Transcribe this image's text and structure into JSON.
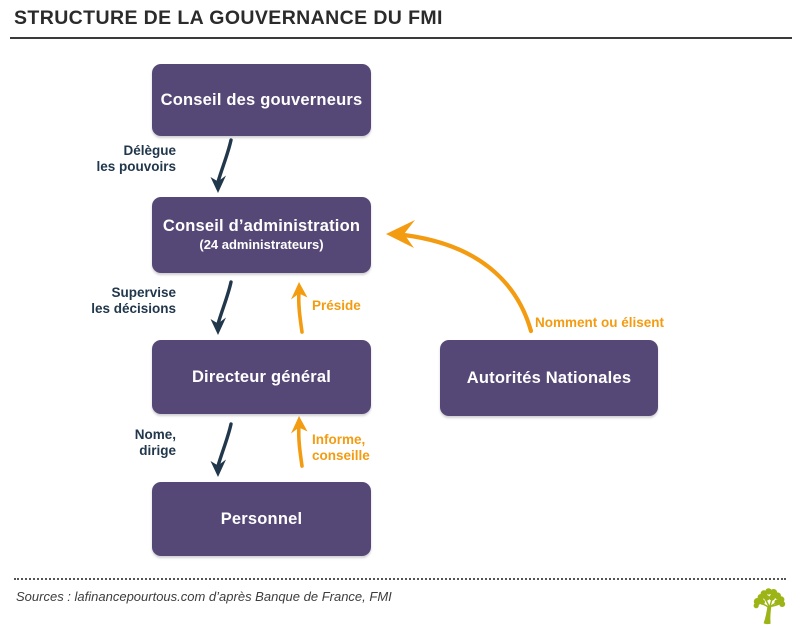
{
  "header": {
    "title": "STRUCTURE DE LA GOUVERNANCE DU FMI"
  },
  "colors": {
    "box_purple": "#564876",
    "arrow_dark": "#21374c",
    "arrow_amber": "#f39c12",
    "logo_green": "#9cb416",
    "title_text": "#2b2b2b",
    "box_text": "#ffffff"
  },
  "diagram": {
    "type": "org-flow",
    "nodes": [
      {
        "id": "gouverneurs",
        "title": "Conseil des gouverneurs",
        "subtitle": ""
      },
      {
        "id": "administration",
        "title": "Conseil d’administration",
        "subtitle": "(24 administrateurs)"
      },
      {
        "id": "directeur",
        "title": "Directeur général",
        "subtitle": ""
      },
      {
        "id": "personnel",
        "title": "Personnel",
        "subtitle": ""
      },
      {
        "id": "autorites",
        "title": "Autorités Nationales",
        "subtitle": ""
      }
    ],
    "edges": [
      {
        "id": "delegue",
        "label": "Délègue\nles pouvoirs",
        "line1": "Délègue",
        "line2": "les pouvoirs",
        "from": "gouverneurs",
        "to": "administration",
        "direction": "down",
        "color": "dark"
      },
      {
        "id": "supervise",
        "label": "Supervise\nles décisions",
        "line1": "Supervise",
        "line2": "les décisions",
        "from": "administration",
        "to": "directeur",
        "direction": "down",
        "color": "dark"
      },
      {
        "id": "nome",
        "label": "Nome,\ndirige",
        "line1": "Nome,",
        "line2": "dirige",
        "from": "directeur",
        "to": "personnel",
        "direction": "down",
        "color": "dark"
      },
      {
        "id": "preside",
        "label": "Préside",
        "line1": "Préside",
        "line2": "",
        "from": "directeur",
        "to": "administration",
        "direction": "up",
        "color": "amber"
      },
      {
        "id": "informe",
        "label": "Informe,\nconseille",
        "line1": "Informe,",
        "line2": "conseille",
        "from": "personnel",
        "to": "directeur",
        "direction": "up",
        "color": "amber"
      },
      {
        "id": "nomment",
        "label": "Nomment ou élisent",
        "line1": "Nomment ou élisent",
        "line2": "",
        "from": "autorites",
        "to": "administration",
        "direction": "curve-left",
        "color": "amber"
      }
    ]
  },
  "footer": {
    "source": "Sources : lafinancepourtous.com d’après Banque de France, FMI",
    "logo_name": "tree-logo"
  }
}
